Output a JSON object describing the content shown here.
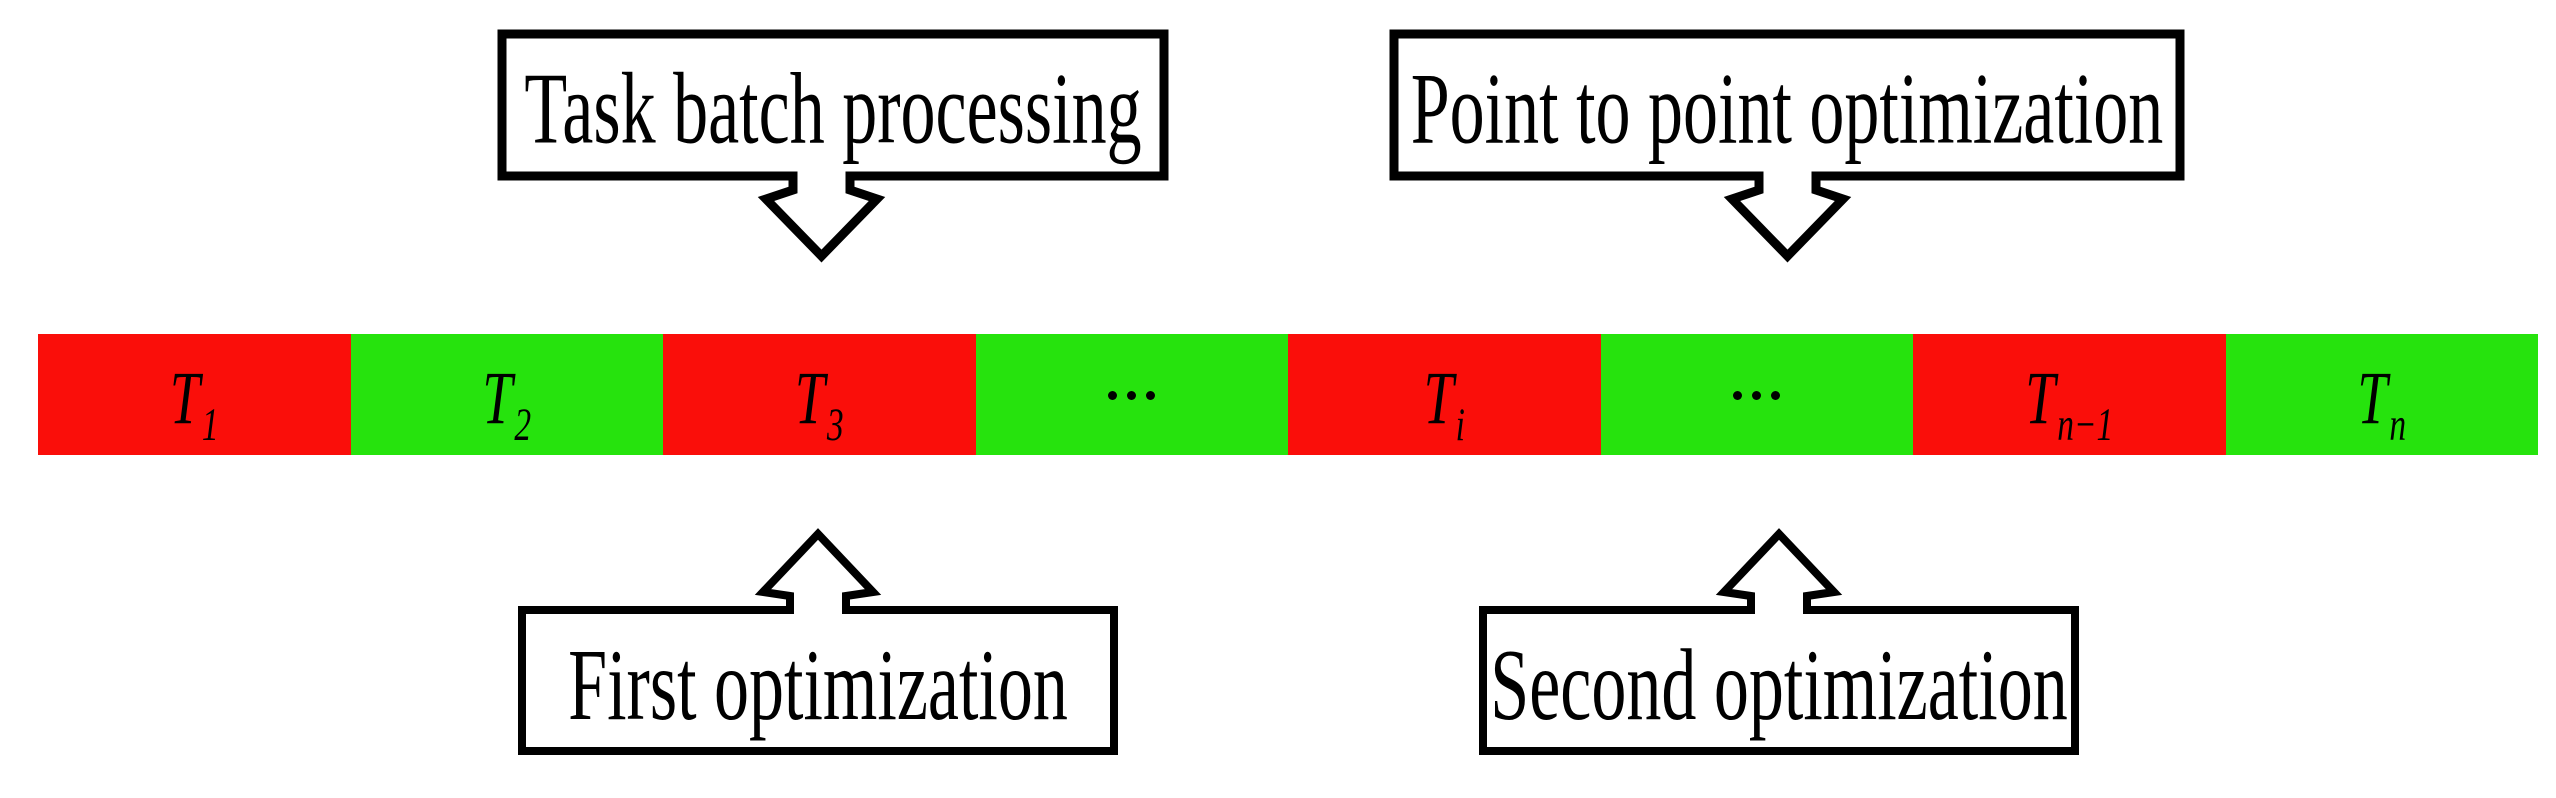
{
  "callouts": {
    "top": [
      {
        "label": "Task batch processing"
      },
      {
        "label": "Point to point optimization"
      }
    ],
    "bottom": [
      {
        "label": "First optimization"
      },
      {
        "label": "Second optimization"
      }
    ]
  },
  "task_bar": {
    "segments": [
      {
        "fill": "#fa0e0a",
        "label": "T",
        "sub": "1"
      },
      {
        "fill": "#26e30d",
        "label": "T",
        "sub": "2"
      },
      {
        "fill": "#fa0e0a",
        "label": "T",
        "sub": "3"
      },
      {
        "fill": "#26e30d",
        "label": "...",
        "sub": ""
      },
      {
        "fill": "#fa0e0a",
        "label": "T",
        "sub": "i"
      },
      {
        "fill": "#26e30d",
        "label": "...",
        "sub": ""
      },
      {
        "fill": "#fa0e0a",
        "label": "T",
        "sub": "n−1"
      },
      {
        "fill": "#26e30d",
        "label": "T",
        "sub": "n"
      }
    ],
    "colors": {
      "red": "#fa0e0a",
      "green": "#26e30d",
      "outline": "#000000"
    }
  }
}
